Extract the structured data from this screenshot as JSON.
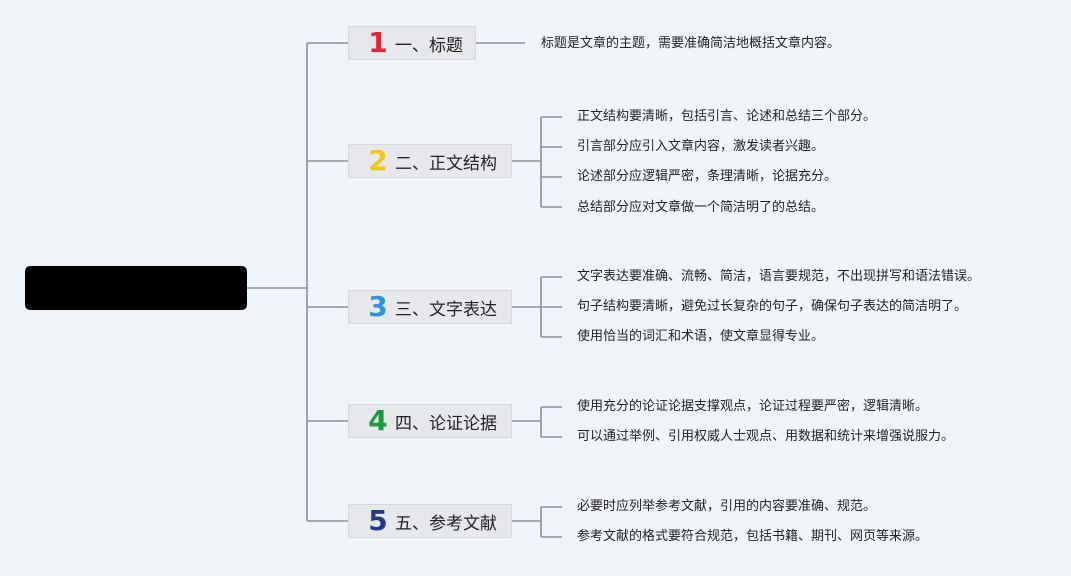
{
  "root_label": "",
  "colors": {
    "line": "#8a8f96",
    "bg": "#f1f5fa",
    "num1": "#d8283a",
    "num2": "#f0c51d",
    "num3": "#2f93d6",
    "num4": "#1f9a3b",
    "num5": "#243b82"
  },
  "branches": [
    {
      "num": "1",
      "label": "一、标题",
      "items": [
        "标题是文章的主题，需要准确简洁地概括文章内容。"
      ]
    },
    {
      "num": "2",
      "label": "二、正文结构",
      "items": [
        "正文结构要清晰，包括引言、论述和总结三个部分。",
        "引言部分应引入文章内容，激发读者兴趣。",
        "论述部分应逻辑严密，条理清晰，论据充分。",
        "总结部分应对文章做一个简洁明了的总结。"
      ]
    },
    {
      "num": "3",
      "label": "三、文字表达",
      "items": [
        "文字表达要准确、流畅、简洁，语言要规范，不出现拼写和语法错误。",
        "句子结构要清晰，避免过长复杂的句子，确保句子表达的简洁明了。",
        "使用恰当的词汇和术语，使文章显得专业。"
      ]
    },
    {
      "num": "4",
      "label": "四、论证论据",
      "items": [
        "使用充分的论证论据支撑观点，论证过程要严密，逻辑清晰。",
        "可以通过举例、引用权威人士观点、用数据和统计来增强说服力。"
      ]
    },
    {
      "num": "5",
      "label": "五、参考文献",
      "items": [
        "必要时应列举参考文献，引用的内容要准确、规范。",
        "参考文献的格式要符合规范，包括书籍、期刊、网页等来源。"
      ]
    }
  ]
}
